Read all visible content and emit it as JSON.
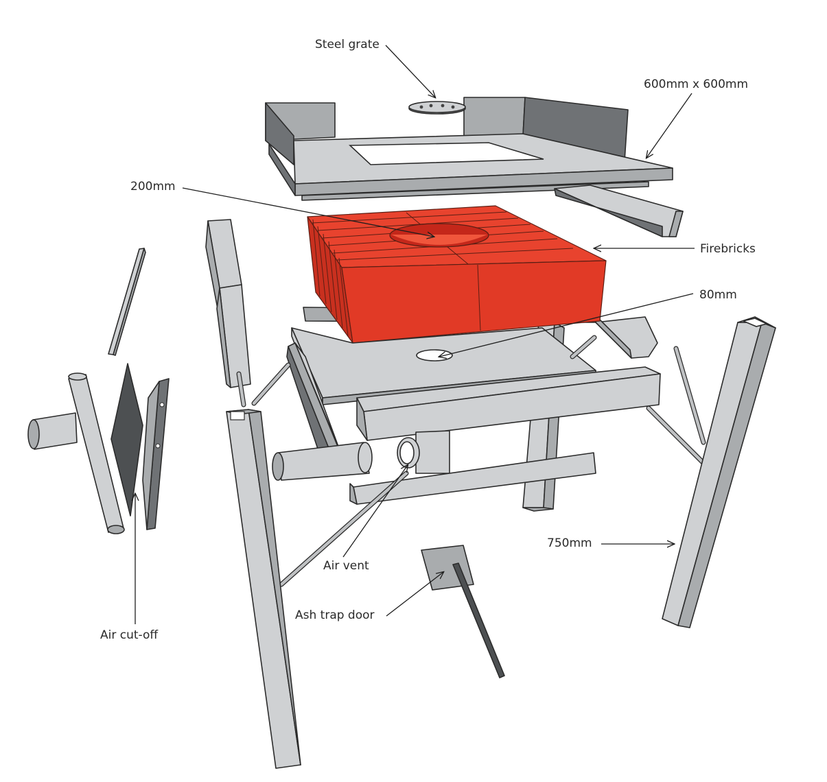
{
  "labels": {
    "steel_grate": "Steel grate",
    "size_top": "600mm x 600mm",
    "hole_top": "200mm",
    "firebricks": "Firebricks",
    "hole_bottom": "80mm",
    "leg_length": "750mm",
    "air_vent": "Air vent",
    "ash_trap_door": "Ash trap door",
    "air_cut_off": "Air cut-off"
  },
  "colors": {
    "steel_light": "#cfd1d3",
    "steel_mid": "#a9acae",
    "steel_dark": "#6f7275",
    "firebrick": "#e13a26",
    "background": "#ffffff"
  }
}
